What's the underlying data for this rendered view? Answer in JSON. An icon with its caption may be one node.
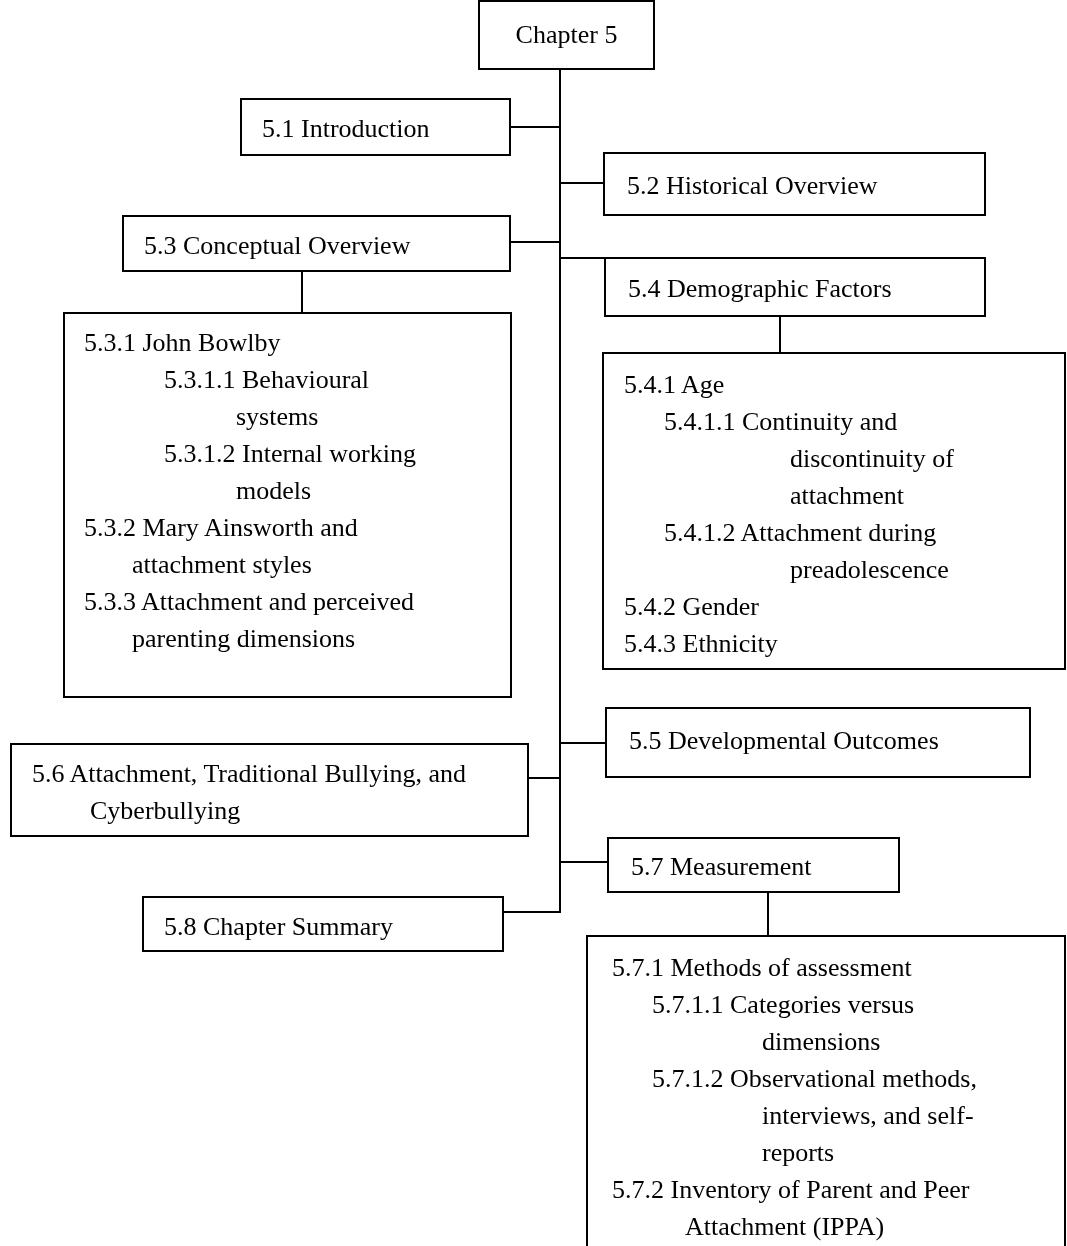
{
  "diagram": {
    "nodes": [
      {
        "text": [
          "Chapter 5"
        ]
      },
      {
        "text": [
          "5.1 Introduction"
        ]
      },
      {
        "text": [
          "5.2 Historical Overview"
        ]
      },
      {
        "text": [
          "5.3 Conceptual Overview"
        ]
      },
      {
        "text": [
          "5.3.1 John Bowlby",
          "5.3.1.1 Behavioural systems",
          "5.3.1.2 Internal working models",
          "5.3.2 Mary Ainsworth and attachment styles",
          "5.3.3 Attachment and perceived parenting dimensions"
        ]
      },
      {
        "text": [
          "5.4 Demographic Factors"
        ]
      },
      {
        "text": [
          "5.4.1 Age",
          "5.4.1.1 Continuity and discontinuity of attachment",
          "5.4.1.2 Attachment during preadolescence",
          "5.4.2 Gender",
          "5.4.3 Ethnicity"
        ]
      },
      {
        "text": [
          "5.5 Developmental Outcomes"
        ]
      },
      {
        "text": [
          "5.6 Attachment, Traditional Bullying, and Cyberbullying"
        ]
      },
      {
        "text": [
          "5.7 Measurement"
        ]
      },
      {
        "text": [
          "5.8 Chapter Summary"
        ]
      },
      {
        "text": [
          "5.7.1 Methods of assessment",
          "5.7.1.1 Categories versus dimensions",
          "5.7.1.2 Observational methods, interviews, and self-reports",
          "5.7.2 Inventory of Parent and Peer Attachment (IPPA)"
        ]
      }
    ],
    "edges": [
      {
        "from": 0,
        "to": 1,
        "arrow": "none"
      },
      {
        "from": 0,
        "to": 2,
        "arrow": "none"
      },
      {
        "from": 0,
        "to": 3,
        "arrow": "none"
      },
      {
        "from": 0,
        "to": 5,
        "arrow": "none"
      },
      {
        "from": 0,
        "to": 7,
        "arrow": "none"
      },
      {
        "from": 0,
        "to": 8,
        "arrow": "none"
      },
      {
        "from": 0,
        "to": 9,
        "arrow": "none"
      },
      {
        "from": 0,
        "to": 10,
        "arrow": "none"
      },
      {
        "from": 3,
        "to": 4,
        "arrow": "none"
      },
      {
        "from": 5,
        "to": 6,
        "arrow": "none"
      },
      {
        "from": 9,
        "to": 11,
        "arrow": "none"
      }
    ]
  }
}
